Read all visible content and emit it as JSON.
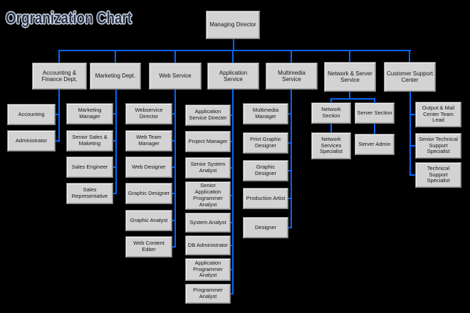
{
  "title": "Orgranization Chart",
  "colors": {
    "line": "#0a65fb",
    "box_fill": "#d3d3d3",
    "background": "#000000"
  },
  "root": {
    "label": "Managing Director"
  },
  "departments": [
    {
      "label": "Accounting & Finance Dept.",
      "children": [
        "Accounting",
        "Administrator"
      ]
    },
    {
      "label": "Marketing Dept.",
      "children": [
        "Marketing Manager",
        "Senior Sales & Maketing",
        "Sales Engineer",
        "Sales Representative"
      ]
    },
    {
      "label": "Web Service",
      "children": [
        "Webservice Director",
        "Web Team Manager",
        "Web Designer",
        "Graphic Designer",
        "Graphic Analyst",
        "Web Content Editer"
      ]
    },
    {
      "label": "Application Service",
      "children": [
        "Application Service Directer",
        "Project Manager",
        "Senior System Analyst",
        "Senior Application Programmer Analyst",
        "System Analyst",
        "DB Administrator",
        "Application Programmer Analyst",
        "Programmer Analyst"
      ]
    },
    {
      "label": "Multimedia Service",
      "children": [
        "Multimedia Manager",
        "Print Graphic Designer",
        "Graphic Designer",
        "Production Artist",
        "Designer"
      ]
    },
    {
      "label": "Network & Server Service",
      "sections": [
        {
          "label": "Network Section",
          "child": "Network Services Specialist"
        },
        {
          "label": "Server Section",
          "child": "Server Admin"
        }
      ]
    },
    {
      "label": "Customer Support Center",
      "children": [
        "Output & Mail Center Team Lead",
        "Senior Technical Support Specialist",
        "Technical Support Specialist"
      ]
    }
  ]
}
